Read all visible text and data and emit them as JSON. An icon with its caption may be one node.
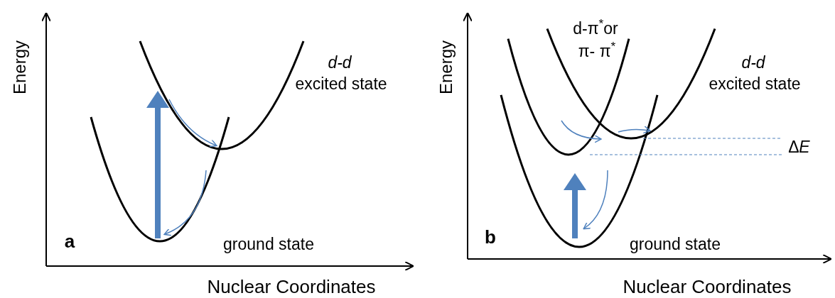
{
  "diagram": {
    "labels": [
      "Energy",
      "d-d",
      "excited state",
      "a",
      "ground state",
      "Nuclear Coordinates",
      "Energy",
      "d-π$^{*}$or",
      "π- π$^{*}$",
      "d-d",
      "excited state",
      "Δ",
      "E",
      "b",
      "ground state",
      "Nuclear Coordinates"
    ]
  }
}
